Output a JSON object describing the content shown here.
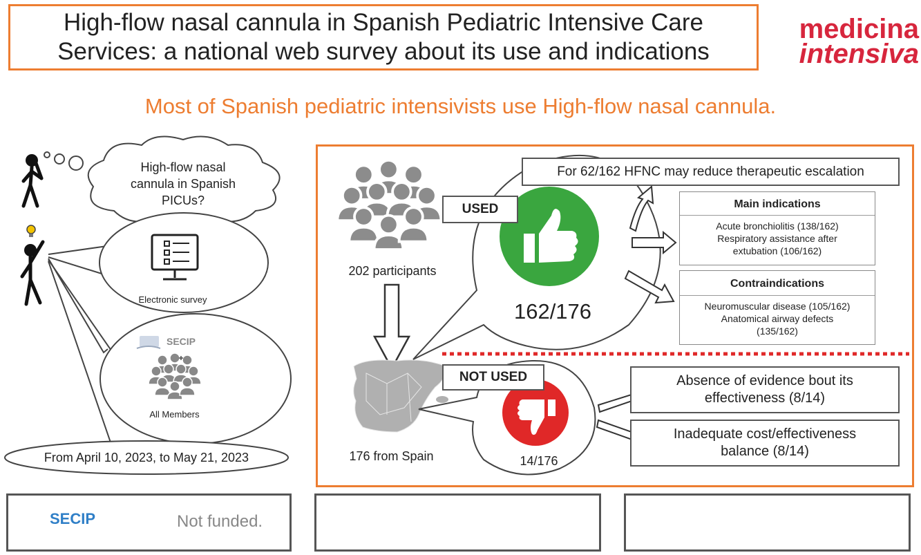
{
  "title": {
    "line1": "High-flow nasal cannula in Spanish Pediatric Intensive Care",
    "line2": "Services: a national web survey about its use and indications"
  },
  "journal_logo": {
    "line1": "medicina",
    "line2": "intensiva",
    "color": "#d7263d"
  },
  "headline": "Most of Spanish pediatric intensivists use High-flow nasal cannula.",
  "accent_color": "#ed7d31",
  "left_panel": {
    "thought": {
      "line1": "High-flow nasal",
      "line2": "cannula in Spanish",
      "line3": "PICUs?"
    },
    "survey_label": "Electronic survey",
    "secip_text": "SECIP",
    "members_label": "All Members",
    "date_range": "From April 10, 2023, to May 21, 2023"
  },
  "main": {
    "participants": "202 participants",
    "from_spain": "176 from Spain",
    "used_tag": "USED",
    "used_count": "162/176",
    "escalation_note": "For 62/162 HFNC may reduce therapeutic escalation",
    "main_indications": {
      "header": "Main indications",
      "line1": "Acute bronchiolitis (138/162)",
      "line2": "Respiratory assistance after",
      "line3": "extubation (106/162)"
    },
    "contraindications": {
      "header": "Contraindications",
      "line1": "Neuromuscular disease (105/162)",
      "line2": "Anatomical airway defects",
      "line3": "(135/162)"
    },
    "not_used_tag": "NOT USED",
    "not_used_count": "14/176",
    "reason1": {
      "line1": "Absence of evidence bout its",
      "line2": "effectiveness (8/14)"
    },
    "reason2": {
      "line1": "Inadequate cost/effectiveness",
      "line2": "balance (8/14)"
    },
    "used_color": "#3aa63f",
    "not_used_color": "#e02828"
  },
  "footer": {
    "secip_logo_text": "SECIP",
    "secip_logo_small": "SECIP",
    "funding": "Not funded."
  }
}
